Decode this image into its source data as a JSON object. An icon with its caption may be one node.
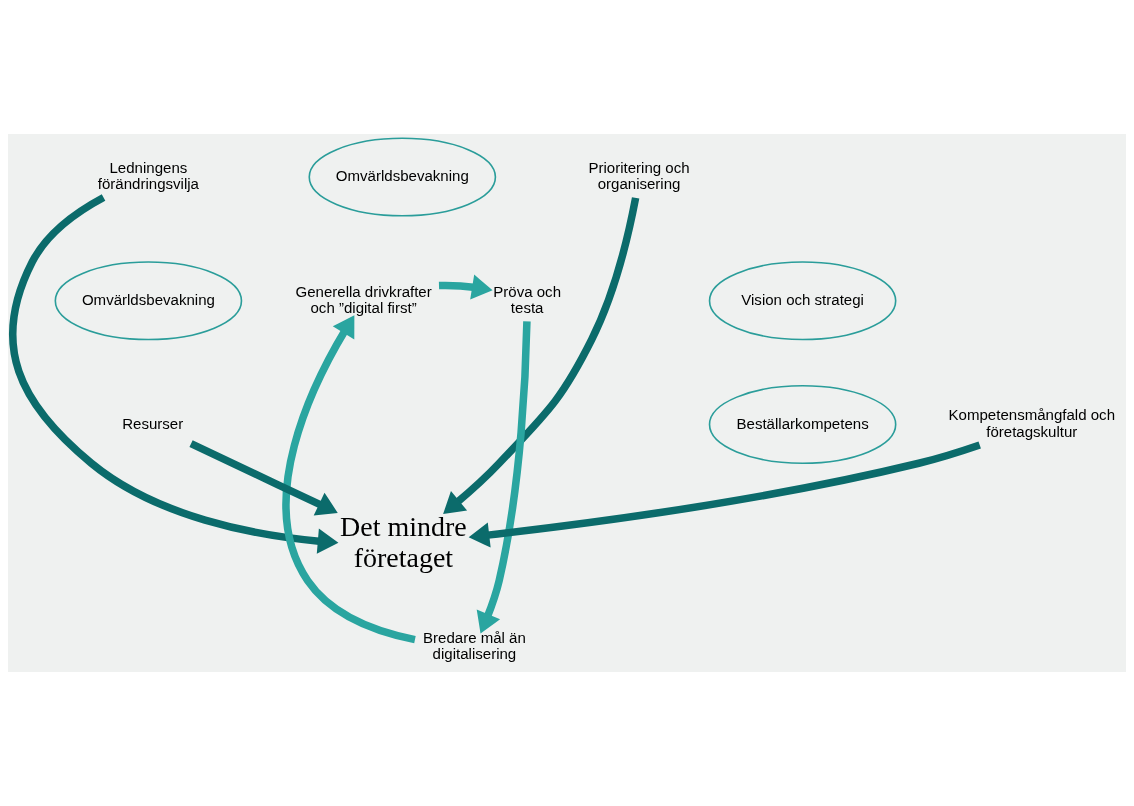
{
  "diagram": {
    "nodes": [
      {
        "text": [
          "Ledningens förändringsvilja"
        ]
      },
      {
        "text": [
          "Omvärldsbevakning"
        ]
      },
      {
        "text": [
          "Prioritering och organisering"
        ]
      },
      {
        "text": [
          "Omvärldsbevakning"
        ]
      },
      {
        "text": [
          "Generella drivkrafter och ”digital first”"
        ]
      },
      {
        "text": [
          "Pröva och testa"
        ]
      },
      {
        "text": [
          "Vision och strategi"
        ]
      },
      {
        "text": [
          "Det mindre företaget"
        ]
      },
      {
        "text": [
          "Bredare mål än digitalisering"
        ]
      },
      {
        "text": [
          "Resurser"
        ]
      },
      {
        "text": [
          "Beställarkompetens"
        ]
      },
      {
        "text": [
          "Kompetensmångfald och företagskultur"
        ]
      }
    ],
    "edges": [
      {
        "from": 0,
        "to": 7,
        "arrow": "to"
      },
      {
        "from": 2,
        "to": 7,
        "arrow": "to"
      },
      {
        "from": 9,
        "to": 7,
        "arrow": "to"
      },
      {
        "from": 11,
        "to": 7,
        "arrow": "to"
      },
      {
        "from": 4,
        "to": 5,
        "arrow": "to",
        "color": "#2aa5a0"
      },
      {
        "from": 5,
        "to": 8,
        "arrow": "to",
        "color": "#2aa5a0"
      },
      {
        "from": 8,
        "to": 4,
        "arrow": "to",
        "color": "#2aa5a0"
      }
    ]
  }
}
